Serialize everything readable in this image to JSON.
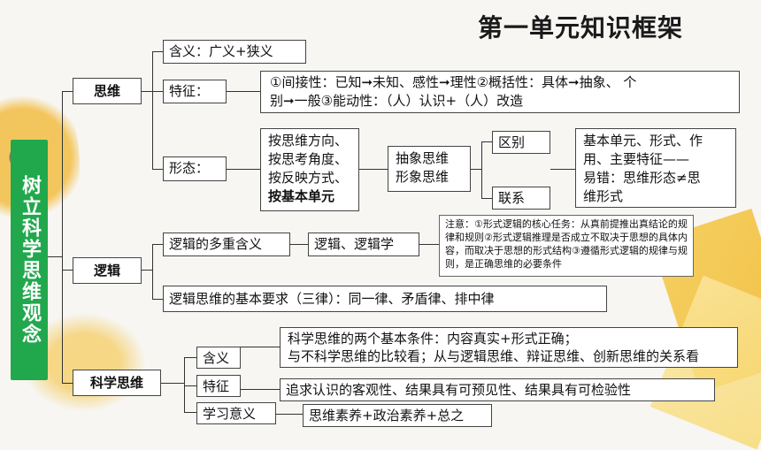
{
  "title": "第一单元知识框架",
  "root": "树立科学思维观念",
  "siwei": {
    "label": "思维",
    "hanyi": "含义：广义+狭义",
    "tezheng_label": "特征：",
    "tezheng_text_1": "①间接性：已知➞未知、感性➞理性②概括性：具体➞抽象、 个",
    "tezheng_text_2": "别➞一般③能动性：（人）认识+（人）改造",
    "xingtai_label": "形态：",
    "xingtai_items": [
      "按思维方向、",
      "按思考角度、",
      "按反映方式、",
      "按基本单元"
    ],
    "abstract_1": "抽象思维",
    "abstract_2": "形象思维",
    "qubie": "区别",
    "lianxi": "联系",
    "detail_1": "基本单元、形式、作",
    "detail_2": "用、主要特征——",
    "detail_3": "易错：思维形态≠思",
    "detail_4": "维形式"
  },
  "luoji": {
    "label": "逻辑",
    "duochong": "逻辑的多重含义",
    "luoji_xue": "逻辑、逻辑学",
    "note": "注意：①形式逻辑的核心任务：从真前提推出真结论的规律和规则②形式逻辑推理是否成立不取决于思想的具体内容，而取决于思想的形式结构③遵循形式逻辑的规律与规则，是正确思维的必要条件",
    "jiben": "逻辑思维的基本要求（三律）：同一律、矛盾律、排中律"
  },
  "kexue": {
    "label": "科学思维",
    "hanyi": "含义",
    "tezheng": "特征",
    "yiyi": "学习意义",
    "hanyi_text_1": "科学思维的两个基本条件：内容真实+形式正确；",
    "hanyi_text_2": "与不科学思维的比较看；从与逻辑思维、辩证思维、创新思维的关系看",
    "tezheng_text": "追求认识的客观性、结果具有可预见性、结果具有可检验性",
    "yiyi_text": "思维素养+政治素养+总之"
  }
}
